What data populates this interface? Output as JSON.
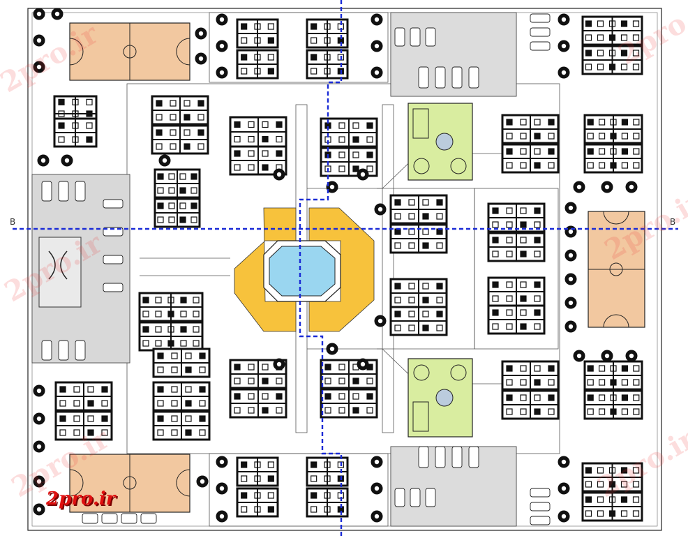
{
  "section_marks": {
    "left": "B",
    "right": "B"
  },
  "watermarks": [
    "2pro.ir",
    "2pro.ir",
    "2pro.ir",
    "2pro.ir",
    "2pro.ir",
    "2pro.ir"
  ],
  "logo_text": "2pro.ir",
  "colors": {
    "court_fill": "#f2c8a0",
    "plaza_fill": "#f7c23c",
    "pool_fill": "#9ad6f0",
    "park_fill": "#d9eda0",
    "section_line": "#1a2bd6",
    "ink": "#111111",
    "watermark": "#e33333",
    "logo": "#e01010"
  }
}
